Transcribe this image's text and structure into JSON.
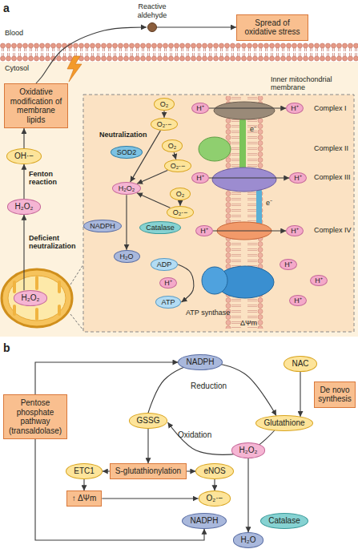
{
  "diagram": {
    "nodes": [
      {
        "text": [
          "Reactive aldehyde"
        ]
      },
      {
        "text": [
          "Spread of oxidative stress"
        ]
      },
      {
        "text": [
          "Oxidative modification of membrane lipids"
        ]
      },
      {
        "text": [
          "OH·−"
        ]
      },
      {
        "text": [
          "H₂O₂"
        ]
      },
      {
        "text": [
          "H₂O₂"
        ]
      },
      {
        "text": [
          "O₂"
        ]
      },
      {
        "text": [
          "H⁺"
        ]
      },
      {
        "text": [
          "H⁺"
        ]
      },
      {
        "text": [
          "O₂·−"
        ]
      },
      {
        "text": [
          "SOD2"
        ]
      },
      {
        "text": [
          "O₂"
        ]
      },
      {
        "text": [
          "O₂·−"
        ]
      },
      {
        "text": [
          "H₂O₂"
        ]
      },
      {
        "text": [
          "H⁺"
        ]
      },
      {
        "text": [
          "H⁺"
        ]
      },
      {
        "text": [
          "O₂"
        ]
      },
      {
        "text": [
          "O₂·−"
        ]
      },
      {
        "text": [
          "NADPH"
        ]
      },
      {
        "text": [
          "Catalase"
        ]
      },
      {
        "text": [
          "H⁺"
        ]
      },
      {
        "text": [
          "H⁺"
        ]
      },
      {
        "text": [
          "H₂O"
        ]
      },
      {
        "text": [
          "ADP"
        ]
      },
      {
        "text": [
          "H⁺"
        ]
      },
      {
        "text": [
          "H⁺"
        ]
      },
      {
        "text": [
          "H⁺"
        ]
      },
      {
        "text": [
          "ATP"
        ]
      },
      {
        "text": [
          "H⁺"
        ]
      },
      {
        "text": [
          "NADPH"
        ]
      },
      {
        "text": [
          "NAC"
        ]
      },
      {
        "text": [
          "De novo synthesis"
        ]
      },
      {
        "text": [
          "Pentose phosphate pathway (transaldolase)"
        ]
      },
      {
        "text": [
          "GSSG"
        ]
      },
      {
        "text": [
          "Glutathione"
        ]
      },
      {
        "text": [
          "H₂O₂"
        ]
      },
      {
        "text": [
          "ETC1"
        ]
      },
      {
        "text": [
          "S-glutathionylation"
        ]
      },
      {
        "text": [
          "eNOS"
        ]
      },
      {
        "text": [
          "↑ ΔΨm"
        ]
      },
      {
        "text": [
          "O₂·−"
        ]
      },
      {
        "text": [
          "NADPH"
        ]
      },
      {
        "text": [
          "Catalase"
        ]
      },
      {
        "text": [
          "H₂O"
        ]
      }
    ],
    "edges": [
      {
        "from": 0,
        "to": 1,
        "arrow": "to"
      },
      {
        "from": 2,
        "to": 0,
        "arrow": "to"
      },
      {
        "from": 3,
        "to": 2,
        "arrow": "to"
      },
      {
        "from": 4,
        "to": 3,
        "arrow": "to",
        "label": "Fenton reaction"
      },
      {
        "from": 5,
        "to": 4,
        "arrow": "to",
        "label": "Deficient neutralization"
      },
      {
        "from": 6,
        "to": 9,
        "arrow": "to"
      },
      {
        "from": 11,
        "to": 12,
        "arrow": "to"
      },
      {
        "from": 16,
        "to": 17,
        "arrow": "to"
      },
      {
        "from": 7,
        "to": 8,
        "arrow": "to"
      },
      {
        "from": 14,
        "to": 15,
        "arrow": "to"
      },
      {
        "from": 20,
        "to": 21,
        "arrow": "to"
      },
      {
        "from": 9,
        "to": 13,
        "arrow": "to"
      },
      {
        "from": 12,
        "to": 13,
        "arrow": "to"
      },
      {
        "from": 17,
        "to": 13,
        "arrow": "to"
      },
      {
        "from": 13,
        "to": 22,
        "arrow": "to"
      },
      {
        "from": 23,
        "to": 27,
        "arrow": "to"
      },
      {
        "from": 33,
        "to": 34,
        "arrow": "to",
        "label": "Reduction"
      },
      {
        "from": 34,
        "to": 33,
        "arrow": "to",
        "label": "Oxidation"
      },
      {
        "from": 30,
        "to": 34,
        "arrow": "to"
      },
      {
        "from": 32,
        "to": 29,
        "arrow": "to"
      },
      {
        "from": 32,
        "to": 41,
        "arrow": "to"
      },
      {
        "from": 33,
        "to": 37,
        "arrow": "to"
      },
      {
        "from": 37,
        "to": 36,
        "arrow": "to"
      },
      {
        "from": 37,
        "to": 38,
        "arrow": "to"
      },
      {
        "from": 36,
        "to": 39,
        "arrow": "to"
      },
      {
        "from": 38,
        "to": 40,
        "arrow": "to"
      },
      {
        "from": 39,
        "to": 40,
        "arrow": "to"
      },
      {
        "from": 35,
        "to": 43,
        "arrow": "to"
      }
    ],
    "labels": [
      "a",
      "Blood",
      "Cytosol",
      "Inner mitochondrial membrane",
      "Complex I",
      "Complex II",
      "Complex III",
      "Complex IV",
      "e⁻",
      "e⁻",
      "Neutralization",
      "ATP synthase",
      "ΔΨm",
      "b"
    ]
  }
}
